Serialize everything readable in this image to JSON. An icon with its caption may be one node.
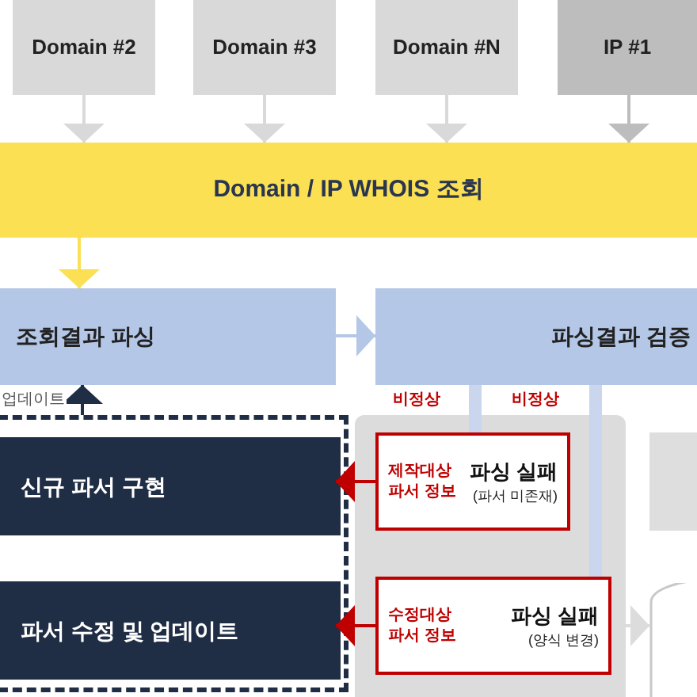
{
  "diagram": {
    "nodes": [
      {
        "text": [
          "Domain #2"
        ]
      },
      {
        "text": [
          "Domain #3"
        ]
      },
      {
        "text": [
          "Domain #N"
        ]
      },
      {
        "text": [
          "IP #1"
        ]
      },
      {
        "text": [
          "Domain / IP WHOIS 조회"
        ]
      },
      {
        "text": [
          "조회결과 파싱"
        ]
      },
      {
        "text": [
          "파싱결과 검증"
        ]
      },
      {
        "text": [],
        "shape": "box"
      },
      {
        "text": [
          "신규 파서 구현"
        ],
        "in": 7
      },
      {
        "text": [
          "파서 수정 및 업데이트"
        ],
        "in": 7
      },
      {
        "text": [],
        "shape": "box"
      },
      {
        "text": [
          "제작대상 파서 정보",
          "파싱 실패",
          "(파서 미존재)"
        ],
        "in": 10
      },
      {
        "text": [
          "수정대상 파서 정보",
          "파싱 실패",
          "(양식 변경)"
        ],
        "in": 10
      },
      {
        "text": [],
        "shape": "box"
      },
      {
        "text": [],
        "shape": "cylinder"
      }
    ],
    "edges": [
      {
        "from": 0,
        "to": 4,
        "arrow": "to",
        "color": "#d9d9d9"
      },
      {
        "from": 1,
        "to": 4,
        "arrow": "to",
        "color": "#d9d9d9"
      },
      {
        "from": 2,
        "to": 4,
        "arrow": "to",
        "color": "#d9d9d9"
      },
      {
        "from": 3,
        "to": 4,
        "arrow": "to",
        "color": "#bdbdbd"
      },
      {
        "from": 4,
        "to": 5,
        "arrow": "to",
        "color": "#fae052"
      },
      {
        "from": 5,
        "to": 6,
        "arrow": "to",
        "color": "#b4c7e7"
      },
      {
        "from": 6,
        "to": 11,
        "arrow": "none",
        "label": "비정상",
        "style": "thick"
      },
      {
        "from": 6,
        "to": 12,
        "arrow": "none",
        "label": "비정상",
        "style": "thick"
      },
      {
        "from": 7,
        "to": 5,
        "arrow": "to",
        "label": "업데이트",
        "color": "#1f2d45"
      },
      {
        "from": 11,
        "to": 8,
        "arrow": "to",
        "color": "#c00000"
      },
      {
        "from": 12,
        "to": 9,
        "arrow": "to",
        "color": "#c00000"
      },
      {
        "from": 10,
        "to": 14,
        "arrow": "to",
        "color": "#dcdcdc"
      }
    ]
  }
}
